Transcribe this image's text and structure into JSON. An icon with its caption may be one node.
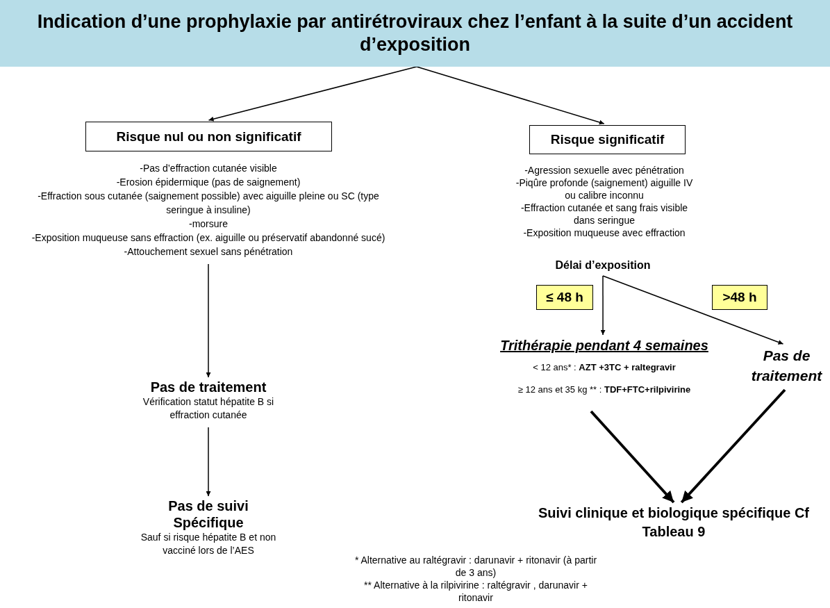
{
  "diagram": {
    "nodes": [
      {
        "text": [
          "Indication d’une prophylaxie par antirétroviraux chez l’enfant à la suite d’un accident d’exposition"
        ]
      },
      {
        "text": [
          "Risque nul ou non significatif"
        ]
      },
      {
        "text": [
          "-Pas d’effraction cutanée visible",
          "-Erosion épidermique (pas de saignement)",
          "-Effraction sous cutanée (saignement possible) avec aiguille pleine ou SC (type seringue à insuline)",
          "-morsure",
          "-Exposition muqueuse sans effraction (ex. aiguille ou préservatif abandonné sucé)",
          "-Attouchement sexuel sans pénétration"
        ]
      },
      {
        "text": [
          "Pas de traitement",
          "Vérification statut hépatite B si effraction cutanée"
        ]
      },
      {
        "text": [
          "Pas de suivi Spécifique",
          "Sauf si risque hépatite B et non vacciné lors de l’AES"
        ]
      },
      {
        "text": [
          "Risque significatif"
        ],
        "beside": [
          "-Agression sexuelle avec pénétration",
          "-Piqûre profonde (saignement) aiguille IV ou calibre inconnu",
          "-Effraction cutanée et sang frais visible dans seringue",
          "-Exposition muqueuse avec effraction"
        ]
      },
      {
        "text": [
          "Délai d’exposition"
        ]
      },
      {
        "text": [
          "Trithérapie pendant 4 semaines",
          "< 12 ans* : **AZT +3TC + raltegravir**",
          "≥ 12 ans et 35 kg ** : **TDF+FTC+rilpivirine**"
        ]
      },
      {
        "text": [
          "Pas de traitement"
        ]
      },
      {
        "text": [
          "Suivi clinique et biologique spécifique Cf Tableau 9"
        ]
      }
    ],
    "edges": [
      {
        "from": 0,
        "to": 1,
        "arrow": "to"
      },
      {
        "from": 0,
        "to": 5,
        "arrow": "to"
      },
      {
        "from": 2,
        "to": 3,
        "arrow": "to"
      },
      {
        "from": 3,
        "to": 4,
        "arrow": "to"
      },
      {
        "from": 6,
        "to": 7,
        "arrow": "to",
        "label": "≤ 48 h"
      },
      {
        "from": 6,
        "to": 8,
        "arrow": "to",
        "label": ">48 h"
      },
      {
        "from": 7,
        "to": 9,
        "arrow": "to",
        "style": "thick"
      },
      {
        "from": 8,
        "to": 9,
        "arrow": "to",
        "style": "thick"
      }
    ],
    "labels": [
      "* Alternative au raltégravir : darunavir + ritonavir (à partir de 3 ans)",
      "** Alternative à la rilpivirine : raltégravir , darunavir + ritonavir"
    ]
  }
}
